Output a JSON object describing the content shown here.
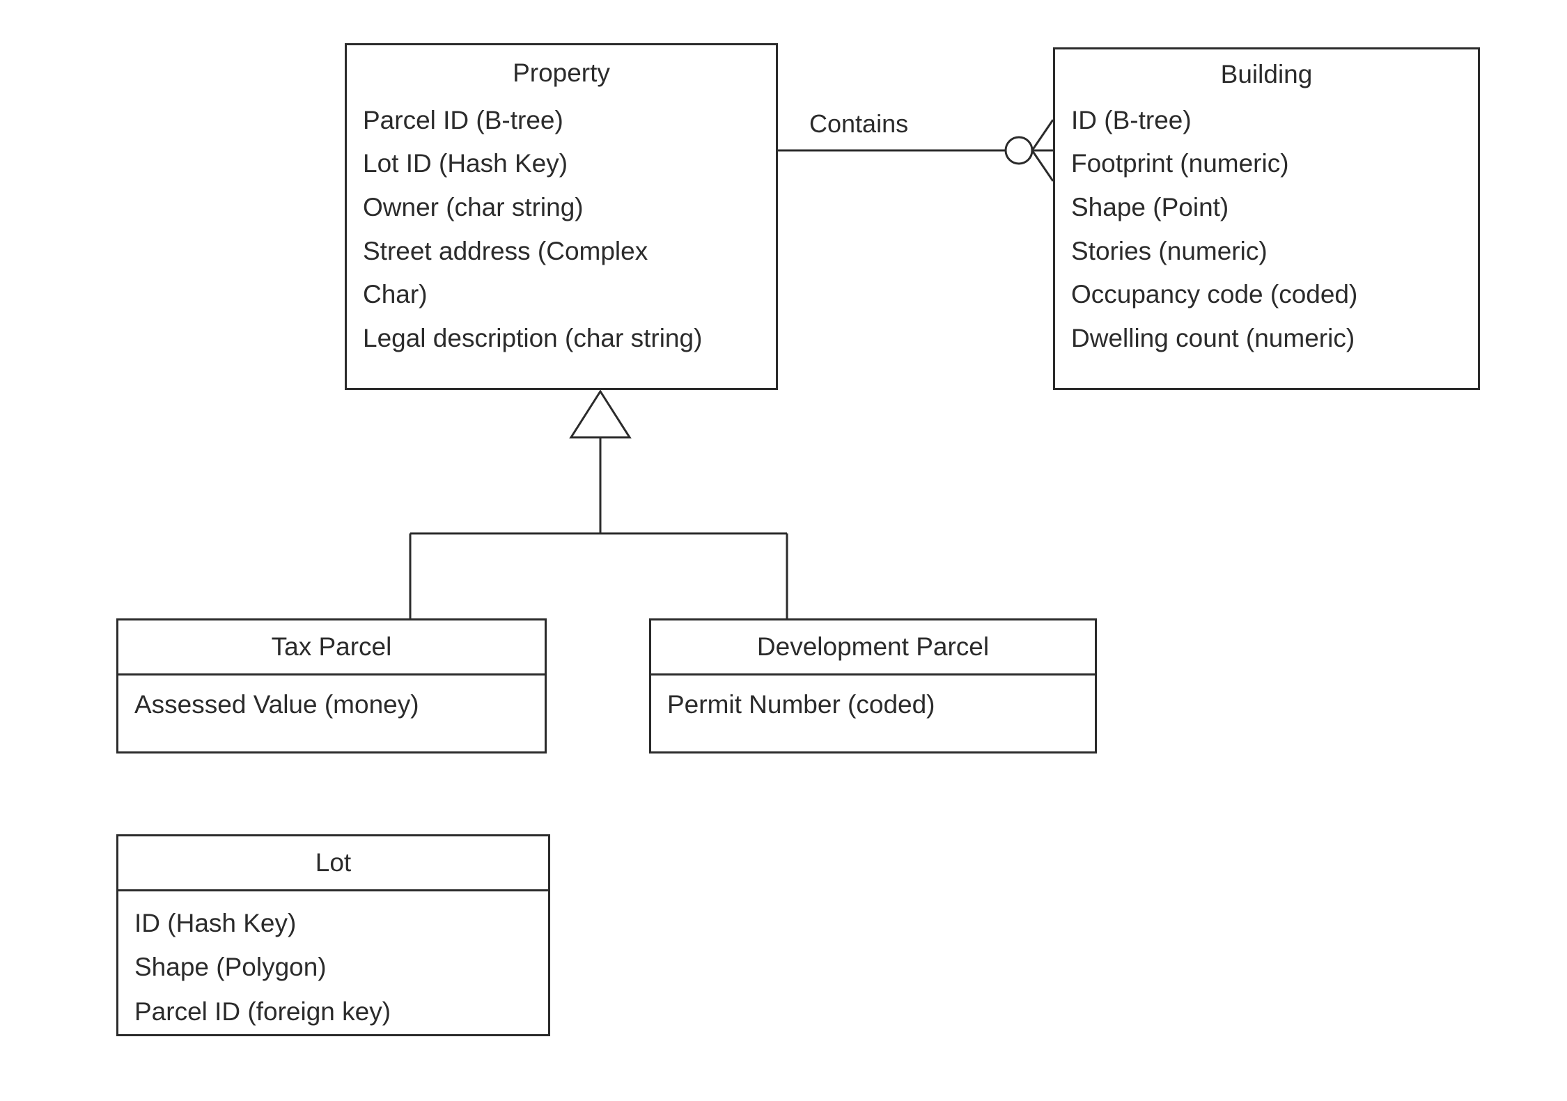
{
  "diagram": {
    "type": "entity-relationship-diagram",
    "notation": "UML class / crow's foot",
    "background_color": "#ffffff",
    "line_color": "#2b2b2b",
    "text_color": "#2b2b2b"
  },
  "entities": {
    "property": {
      "name": "Property",
      "attributes": [
        "Parcel ID (B-tree)",
        "Lot ID (Hash Key)",
        "Owner (char string)",
        "Street address (Complex",
        "Char)",
        "Legal description (char string)"
      ]
    },
    "building": {
      "name": "Building",
      "attributes": [
        "ID (B-tree)",
        "Footprint (numeric)",
        "Shape (Point)",
        "Stories (numeric)",
        "Occupancy code (coded)",
        "Dwelling count (numeric)"
      ]
    },
    "tax_parcel": {
      "name": "Tax Parcel",
      "attributes": [
        "Assessed Value (money)"
      ]
    },
    "development_parcel": {
      "name": "Development Parcel",
      "attributes": [
        "Permit Number (coded)"
      ]
    },
    "lot": {
      "name": "Lot",
      "attributes": [
        "ID (Hash Key)",
        "Shape (Polygon)",
        "Parcel ID (foreign key)"
      ]
    }
  },
  "relationships": [
    {
      "label": "Contains",
      "from": "Property",
      "to": "Building",
      "source_cardinality": "one",
      "target_cardinality": "zero-or-many",
      "target_marker": "circle-crowsfoot"
    },
    {
      "label": "",
      "type": "generalization",
      "parent": "Property",
      "children": [
        "Tax Parcel",
        "Development Parcel"
      ],
      "marker": "hollow-triangle"
    }
  ]
}
